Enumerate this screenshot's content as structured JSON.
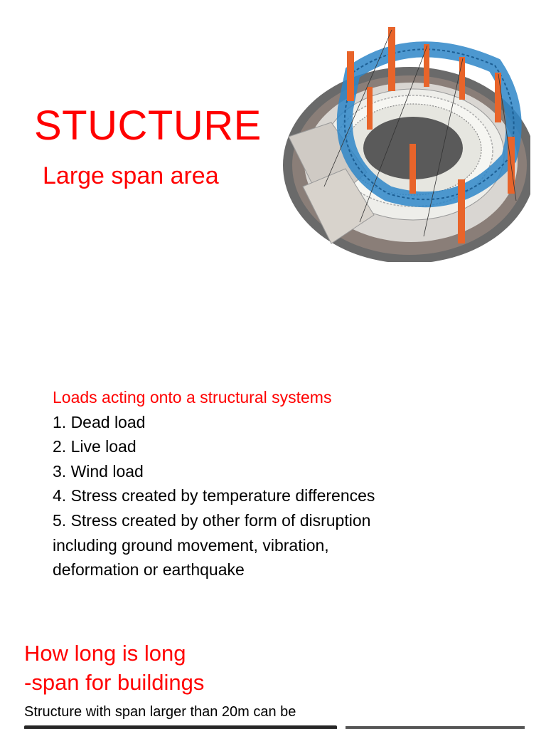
{
  "slide": {
    "title": "STUCTURE",
    "subtitle": "Large span area"
  },
  "loads": {
    "heading": "Loads acting onto a structural systems",
    "items": [
      "1. Dead load",
      "2. Live load",
      "3. Wind load",
      "4. Stress created by temperature differences",
      "5. Stress created by other form of disruption",
      "including ground movement, vibration,",
      "deformation or earthquake"
    ]
  },
  "span_section": {
    "heading_line1": "How long is long",
    "heading_line2": "-span for buildings",
    "body": "Structure with span larger than 20m can be"
  },
  "colors": {
    "accent_red": "#ff0000",
    "truss_blue": "#2e86c8",
    "pylon_orange": "#e8642a"
  }
}
